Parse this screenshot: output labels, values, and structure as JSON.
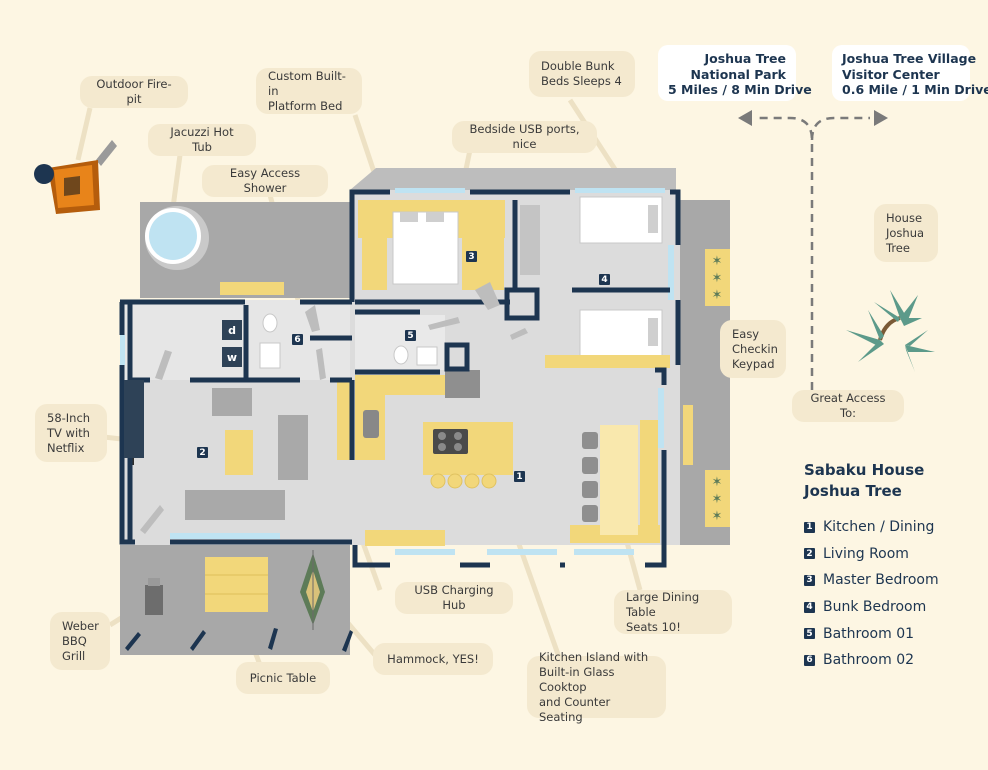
{
  "legend": {
    "title_line1": "Sabaku House",
    "title_line2": "Joshua Tree",
    "items": [
      {
        "num": "1",
        "label": "Kitchen / Dining"
      },
      {
        "num": "2",
        "label": "Living Room"
      },
      {
        "num": "3",
        "label": "Master Bedroom"
      },
      {
        "num": "4",
        "label": "Bunk Bedroom"
      },
      {
        "num": "5",
        "label": "Bathroom 01"
      },
      {
        "num": "6",
        "label": "Bathroom 02"
      }
    ]
  },
  "destinations": {
    "national_park": {
      "line1": "Joshua Tree",
      "line2": "National Park",
      "line3": "5 Miles / 8 Min Drive"
    },
    "village": {
      "line1": "Joshua Tree Village",
      "line2": "Visitor Center",
      "line3": "0.6 Mile / 1 Min Drive"
    }
  },
  "callouts": {
    "fire_pit": "Outdoor Fire-pit",
    "hot_tub": "Jacuzzi Hot Tub",
    "shower": "Easy Access Shower",
    "platform_bed": "Custom Built-in\nPlatform Bed",
    "usb_ports": "Bedside USB ports, nice",
    "bunk_beds": "Double Bunk\nBeds Sleeps 4",
    "house_tree": "House\nJoshua\nTree",
    "keypad": "Easy\nCheckin\nKeypad",
    "great_access": "Great Access To:",
    "tv": "58-Inch\nTV with\nNetflix",
    "bbq": "Weber\nBBQ\nGrill",
    "picnic": "Picnic Table",
    "usb_hub": "USB Charging Hub",
    "hammock": "Hammock, YES!",
    "island": "Kitchen Island with\nBuilt-in Glass Cooktop\nand Counter Seating",
    "dining_table": "Large Dining Table\nSeats 10!"
  },
  "room_numbers": [
    "1",
    "2",
    "3",
    "4",
    "5",
    "6"
  ],
  "appliances": {
    "dryer": "d",
    "washer": "w"
  },
  "colors": {
    "background": "#fdf6e3",
    "wall": "#1d3550",
    "floor": "#dcdcdc",
    "accent_yellow": "#f2d77a",
    "callout": "#f4e9cf",
    "window": "#bfe3f2",
    "shadow": "#a8a8a8",
    "fire_pit": "#e8841a",
    "tree": "#5c9a8a"
  }
}
